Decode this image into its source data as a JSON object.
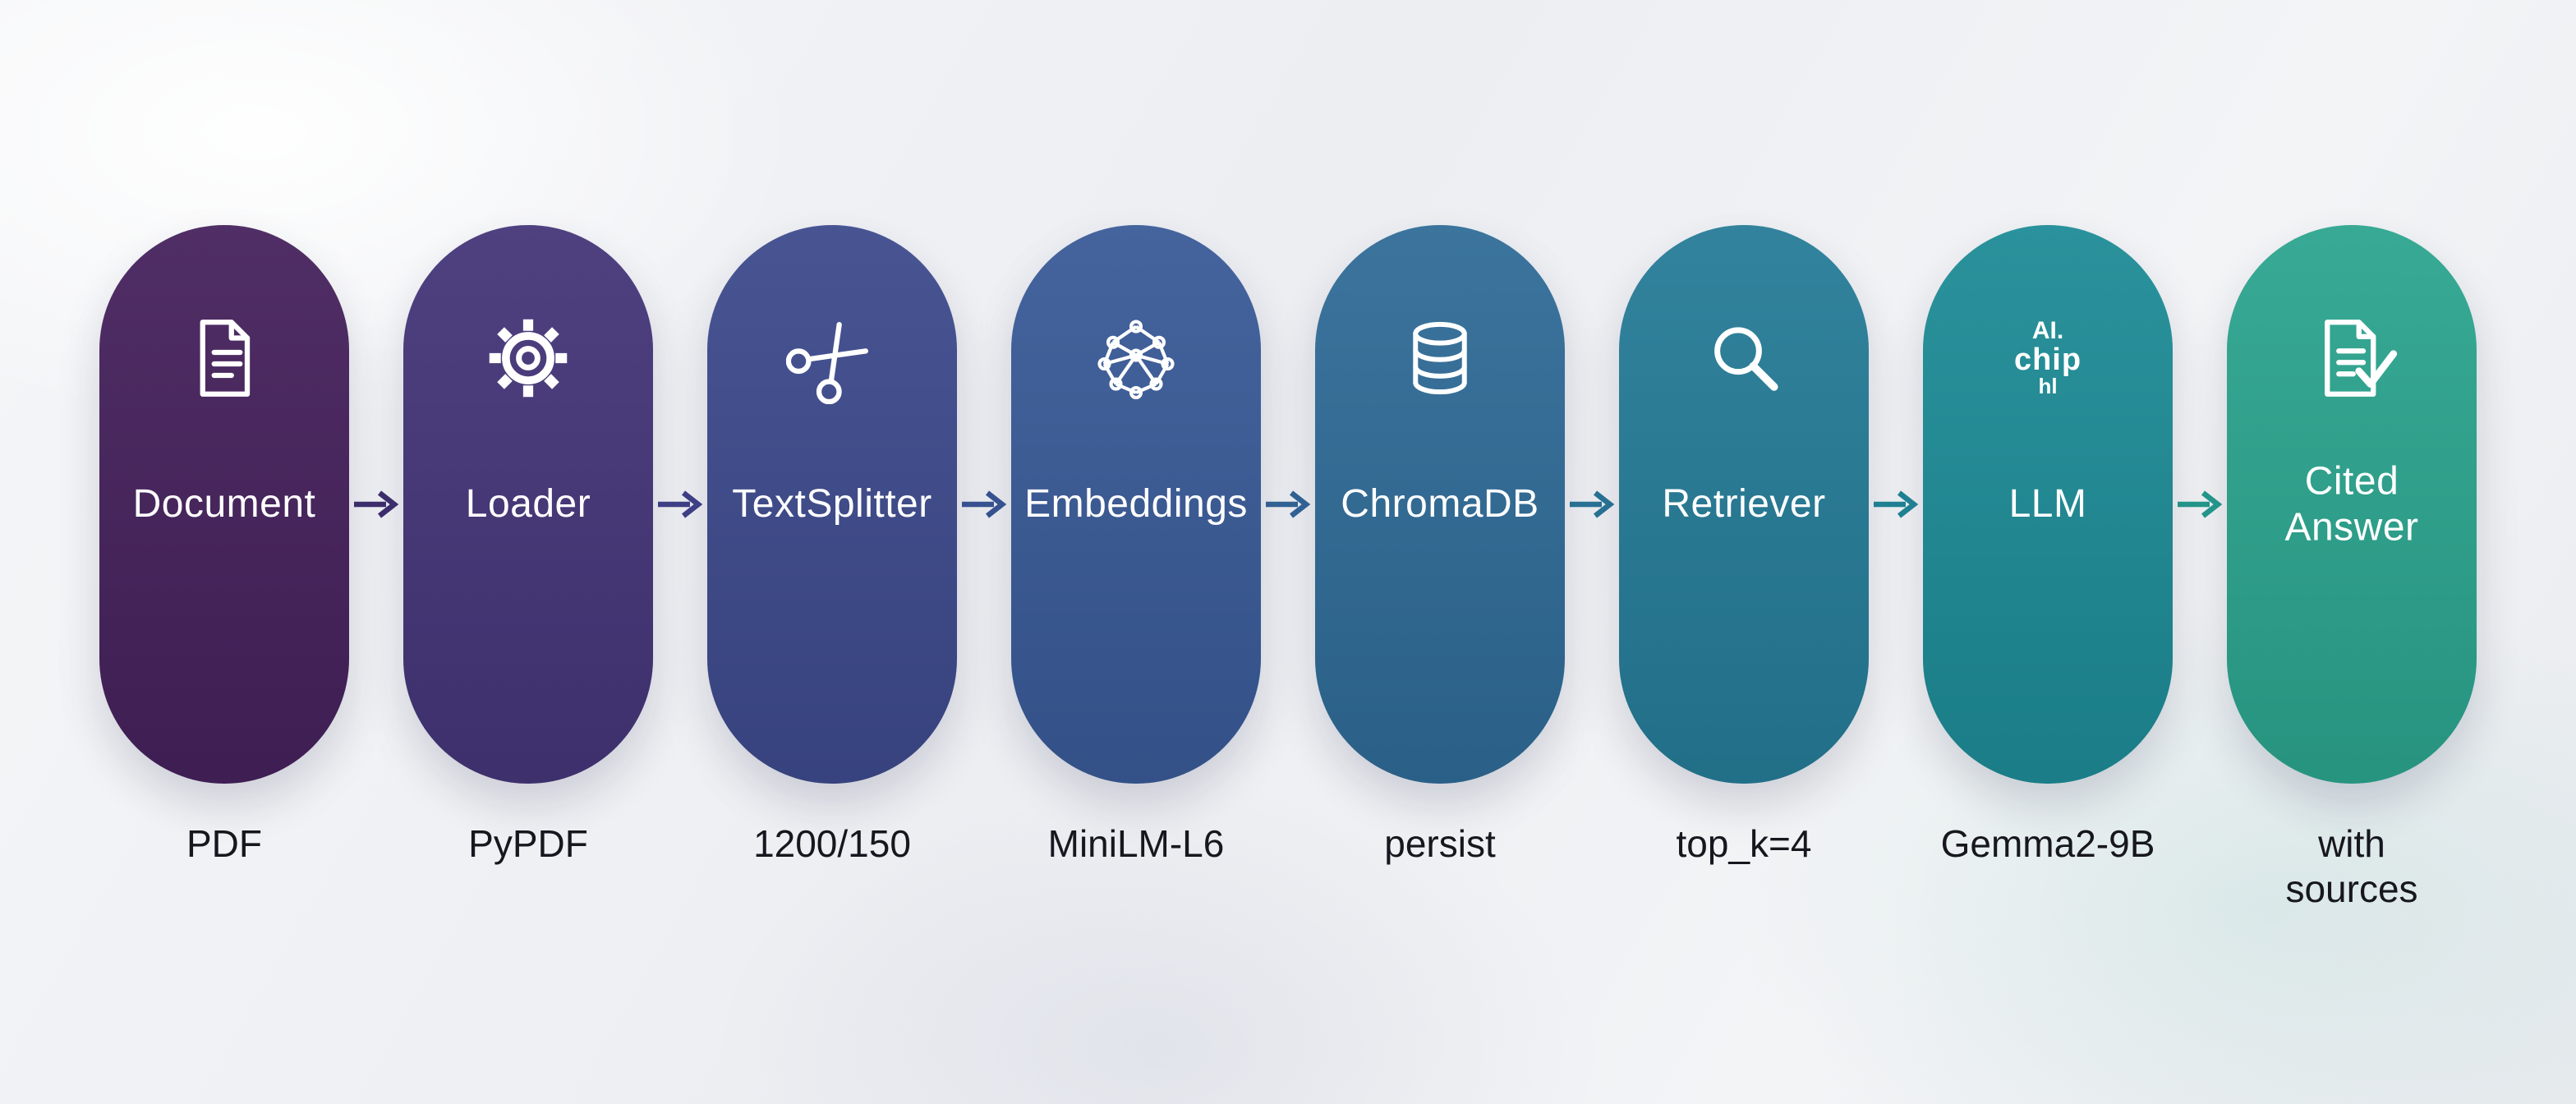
{
  "pipeline": {
    "nodes": [
      {
        "label": "Document",
        "sublabel": "PDF",
        "color": "#45215c",
        "icon": "document-icon"
      },
      {
        "label": "Loader",
        "sublabel": "PyPDF",
        "color": "#443578",
        "icon": "gear-icon"
      },
      {
        "label": "TextSplitter",
        "sublabel": "1200/150",
        "color": "#3d4a8c",
        "icon": "scissors-icon"
      },
      {
        "label": "Embeddings",
        "sublabel": "MiniLM-L6",
        "color": "#395a97",
        "icon": "neural-network-icon"
      },
      {
        "label": "ChromaDB",
        "sublabel": "persist",
        "color": "#2f6b97",
        "icon": "database-icon"
      },
      {
        "label": "Retriever",
        "sublabel": "top_k=4",
        "color": "#257b97",
        "icon": "magnifier-icon"
      },
      {
        "label": "LLM",
        "sublabel": "Gemma2-9B",
        "color": "#1d8b96",
        "icon": "ai-chip-icon",
        "icon_lines": [
          "AI.",
          "chip",
          "hl"
        ]
      },
      {
        "label": "Cited\nAnswer",
        "sublabel": "with\nsources",
        "color": "#2ba48e",
        "icon": "cited-answer-icon"
      }
    ],
    "arrows": [
      {
        "color": "#3f2f6e"
      },
      {
        "color": "#41418a"
      },
      {
        "color": "#3a5494"
      },
      {
        "color": "#336597"
      },
      {
        "color": "#2a7597"
      },
      {
        "color": "#218597"
      },
      {
        "color": "#259a8d"
      }
    ]
  }
}
